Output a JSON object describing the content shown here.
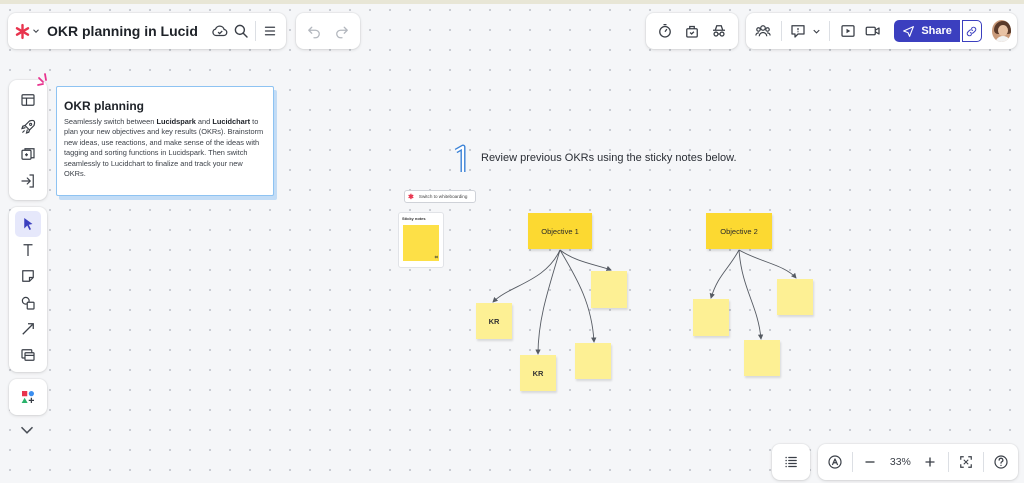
{
  "header": {
    "title": "OKR planning in Lucid",
    "share_label": "Share"
  },
  "info_card": {
    "heading": "OKR planning",
    "text_1": "Seamlessly switch between ",
    "bold_1": "Lucidspark",
    "text_2": " and ",
    "bold_2": "Lucidchart",
    "text_3": " to plan your new objectives and key results (OKRs). Brainstorm new ideas, use reactions, and make sense of the ideas with tagging and sorting functions in Lucidspark. Then switch seamlessly to Lucidchart to finalize and track your new OKRs."
  },
  "canvas": {
    "step_instruction": "Review previous OKRs using the sticky notes below.",
    "switch_chip_label": "Switch to whiteboarding",
    "sticky_card_label": "Sticky notes",
    "objective_1": "Objective 1",
    "objective_2": "Objective 2",
    "kr_1": "KR",
    "kr_2": "KR"
  },
  "zoom": {
    "level": "33%"
  },
  "colors": {
    "brand_accent": "#3b3fbf",
    "lucid_red": "#e8344e",
    "objective_yellow": "#fcd931",
    "note_yellow": "#fdf094",
    "card_border": "#8ec3f2"
  },
  "icons": {
    "left_top": [
      "template-icon",
      "rocket-icon",
      "frame-icon",
      "import-icon"
    ],
    "left_tools": [
      "select-icon",
      "text-icon",
      "sticky-note-icon",
      "shapes-icon",
      "line-icon",
      "container-icon"
    ],
    "header_right": [
      "timer-icon",
      "voting-icon",
      "spy-icon",
      "collaborators-icon",
      "reactions-icon",
      "present-icon",
      "video-icon",
      "link-icon"
    ]
  }
}
